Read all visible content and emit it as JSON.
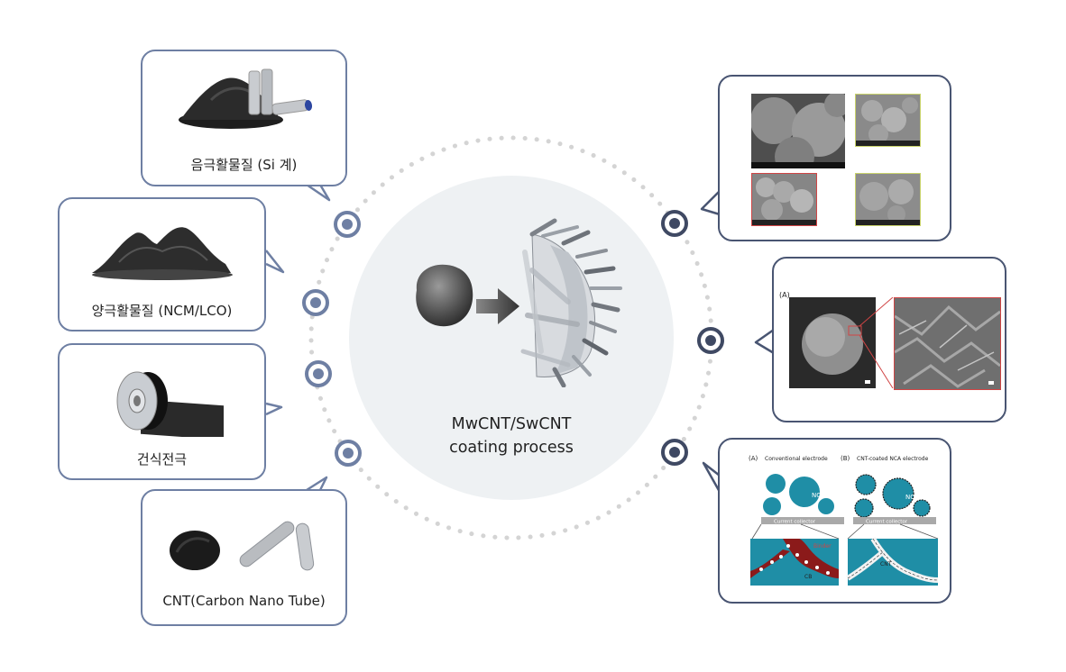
{
  "center": {
    "title_line1": "MwCNT/SwCNT",
    "title_line2": "coating process"
  },
  "left_items": [
    {
      "label": "음극활물질 (Si 계)"
    },
    {
      "label": "양극활물질 (NCM/LCO)"
    },
    {
      "label": "건식전극"
    },
    {
      "label": "CNT(Carbon Nano Tube)"
    }
  ],
  "right_panels": {
    "panel2_label": "(A)",
    "panel3": {
      "label_a": "(A)",
      "title_a": "Conventional electrode",
      "label_b": "(B)",
      "title_b": "CNT-coated NCA electrode",
      "nca": "NCA",
      "collector": "Current collector",
      "binder": "Binder",
      "cb": "CB",
      "cnt": "CNT"
    }
  },
  "colors": {
    "left_border": "#6e7fa3",
    "right_border": "#495572",
    "center_circle": "#eef1f3",
    "dotted_ring": "#d4d4d4",
    "teal": "#1f8ea6"
  }
}
